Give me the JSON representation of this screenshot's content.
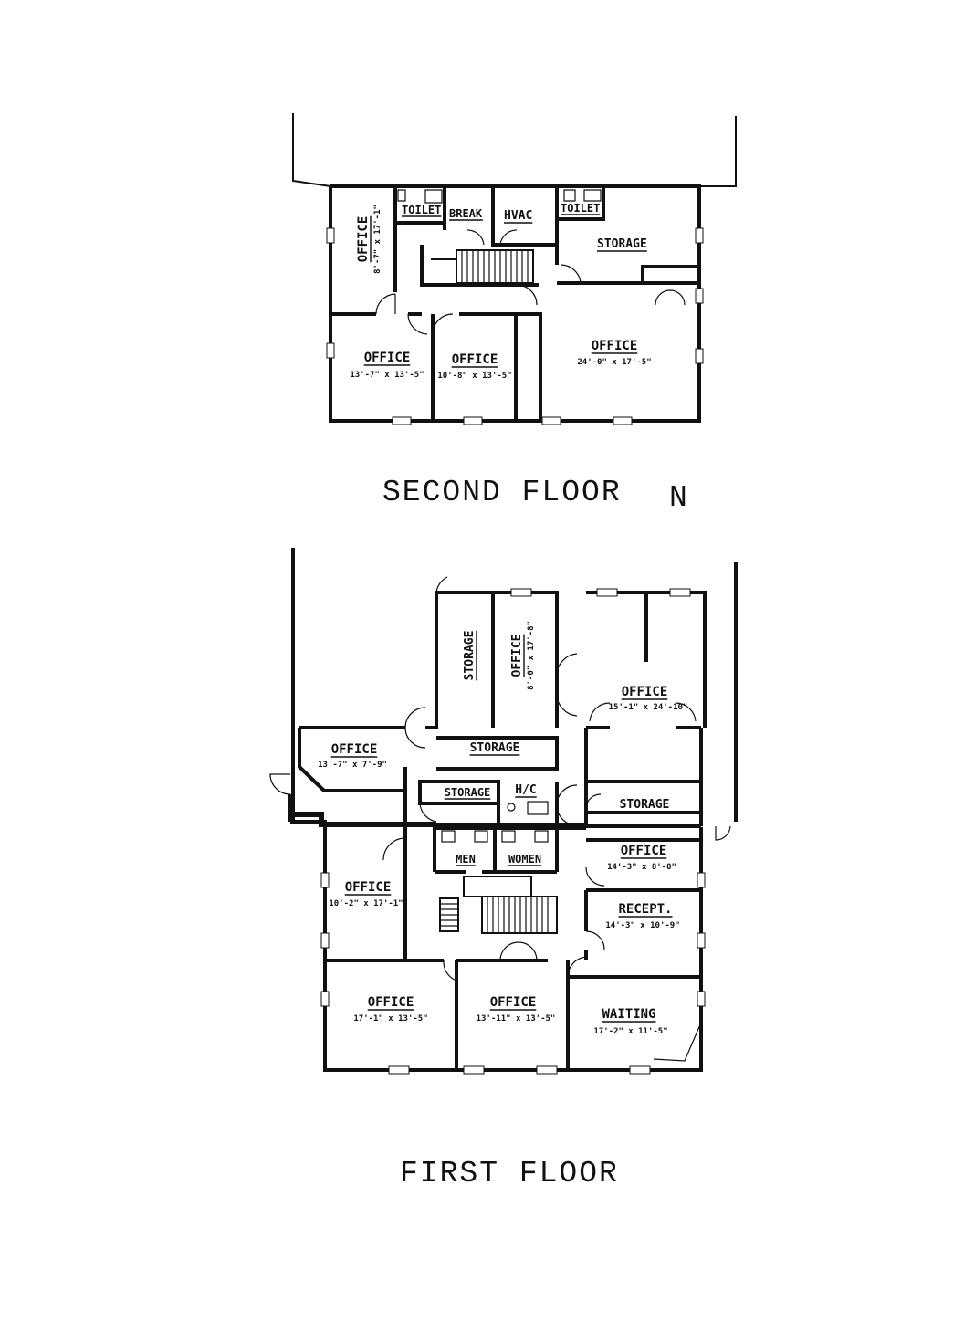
{
  "floors": {
    "second": {
      "title": "SECOND FLOOR",
      "rooms": {
        "office_left": {
          "label": "OFFICE",
          "dims": "8'-7\" x 17'-1\""
        },
        "toilet_left": {
          "label": "TOILET"
        },
        "break": {
          "label": "BREAK"
        },
        "hvac": {
          "label": "HVAC"
        },
        "toilet_right": {
          "label": "TOILET"
        },
        "storage": {
          "label": "STORAGE"
        },
        "office_sw": {
          "label": "OFFICE",
          "dims": "13'-7\" x 13'-5\""
        },
        "office_s": {
          "label": "OFFICE",
          "dims": "10'-8\" x 13'-5\""
        },
        "office_se": {
          "label": "OFFICE",
          "dims": "24'-0\" x 17'-5\""
        }
      }
    },
    "first": {
      "title": "FIRST FLOOR",
      "rooms": {
        "storage_n": {
          "label": "STORAGE"
        },
        "office_n": {
          "label": "OFFICE",
          "dims": "8'-0\" x 17'-8\""
        },
        "office_ne": {
          "label": "OFFICE",
          "dims": "15'-1\" x 24'-10\""
        },
        "office_w": {
          "label": "OFFICE",
          "dims": "13'-7\" x 7'-9\""
        },
        "storage_mid": {
          "label": "STORAGE"
        },
        "storage_small": {
          "label": "STORAGE"
        },
        "hc": {
          "label": "H/C"
        },
        "storage_e": {
          "label": "STORAGE"
        },
        "men": {
          "label": "MEN"
        },
        "women": {
          "label": "WOMEN"
        },
        "office_e": {
          "label": "OFFICE",
          "dims": "14'-3\" x 8'-0\""
        },
        "office_west": {
          "label": "OFFICE",
          "dims": "10'-2\" x 17'-1\""
        },
        "recept": {
          "label": "RECEPT.",
          "dims": "14'-3\" x 10'-9\""
        },
        "office_sw": {
          "label": "OFFICE",
          "dims": "17'-1\" x 13'-5\""
        },
        "office_s": {
          "label": "OFFICE",
          "dims": "13'-11\" x 13'-5\""
        },
        "waiting": {
          "label": "WAITING",
          "dims": "17'-2\" x 11'-5\""
        }
      }
    }
  },
  "north_mark": "N"
}
